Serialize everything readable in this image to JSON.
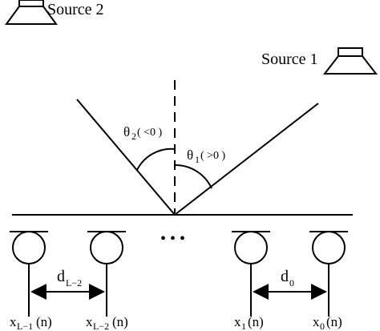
{
  "sources": {
    "source2_label": "Source 2",
    "source1_label": "Source 1"
  },
  "angles": {
    "theta2": "θ",
    "theta2_sub": "2",
    "theta2_note": "( <0 )",
    "theta1": "θ",
    "theta1_sub": "1",
    "theta1_note": "( >0 )"
  },
  "array": {
    "ellipsis": "• • •",
    "dL2_main": "d",
    "dL2_sub": "L−2",
    "d0_main": "d",
    "d0_sub": "0"
  },
  "mic_labels": {
    "mic_L1_main": "x",
    "mic_L1_sub": "L−1",
    "mic_L1_arg": "(n)",
    "mic_L2_main": "x",
    "mic_L2_sub": "L−2",
    "mic_L2_arg": "(n)",
    "mic_1_main": "x",
    "mic_1_sub": "1",
    "mic_1_arg": "(n)",
    "mic_0_main": "x",
    "mic_0_sub": "0",
    "mic_0_arg": "(n)"
  }
}
